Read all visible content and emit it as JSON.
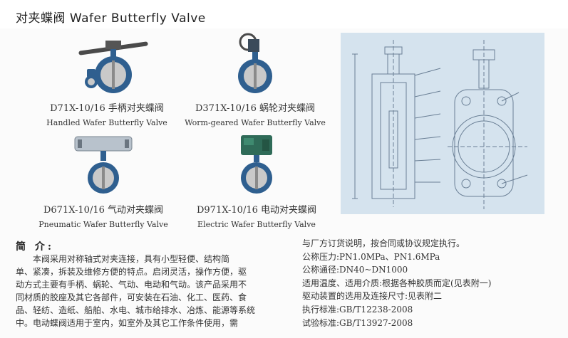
{
  "title": "对夹蝶阀 Wafer  Butterfly Valve",
  "products": [
    {
      "model_cn": "D71X-10/16 手柄对夹蝶阀",
      "name_en": "Handled Wafer Butterfly Valve"
    },
    {
      "model_cn": "D371X-10/16 蜗轮对夹蝶阀",
      "name_en": "Worm-geared Wafer Butterfly Valve"
    },
    {
      "model_cn": "D671X-10/16 气动对夹蝶阀",
      "name_en": "Pneumatic Wafer Butterfly Valve"
    },
    {
      "model_cn": "D971X-10/16 电动对夹蝶阀",
      "name_en": "Electric Wafer Butterfly Valve"
    }
  ],
  "intro": {
    "heading": "简 介:",
    "lines": [
      "本阀采用对称轴式对夹连接，具有小型轻便、结构简",
      "单、紧凑，拆装及维修方便的特点。启闭灵活，操作方便，驱",
      "动方式主要有手柄、蜗轮、气动、电动和气动。该产品采用不",
      "同材质的胶座及其它各部件，可安装在石油、化工、医药、食",
      "品、轻纺、造纸、船舶、水电、城市给排水、冶炼、能源等系统",
      "中。电动蝶阀适用于室内，如室外及其它工作条件使用，需"
    ]
  },
  "specs": {
    "lines": [
      "与厂方订货说明，按合同或协议规定执行。",
      "公称压力:PN1.0MPa、PN1.6MPa",
      "公称通径:DN40~DN1000",
      "适用温度、适用介质:根据各种胶质而定(见表附一)",
      "驱动装置的选用及连接尺寸:见表附二",
      "执行标准:GB/T12238-2008",
      "试验标准:GB/T13927-2008"
    ]
  },
  "colors": {
    "valve_body": "#2f5f8f",
    "disc": "#c9c9c9",
    "handle": "#4a4a4a",
    "actuator_green": "#2f6b58",
    "drawing_bg": "#d5e3ee",
    "drawing_line": "#6a7f95"
  }
}
